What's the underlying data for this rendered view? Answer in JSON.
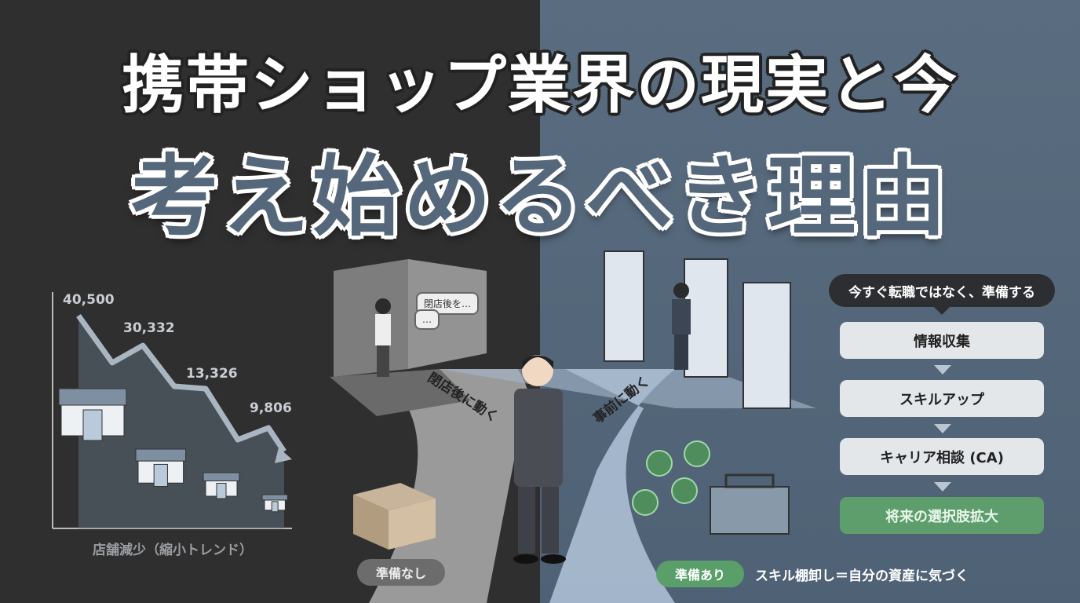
{
  "title": {
    "line1": "携帯ショップ業界の現実と今",
    "line2": "考え始めるべき理由"
  },
  "chart": {
    "values": [
      40500,
      30332,
      13326,
      9806
    ],
    "value_labels": [
      "40,500",
      "30,332",
      "13,326",
      "9,806"
    ],
    "caption": "店舗減少（縮小トレンド）",
    "trend": "decreasing"
  },
  "scene": {
    "left_path_label": "閉店後に動く",
    "right_path_label": "事前に動く",
    "bubble1": "閉店後を…",
    "bubble2": "…",
    "badge_unprepared": "準備なし",
    "badge_prepared": "準備あり",
    "prepared_note": "スキル棚卸し＝自分の資産に気づく"
  },
  "flow": {
    "callout": "今すぐ転職ではなく、準備する",
    "steps": [
      "情報収集",
      "スキルアップ",
      "キャリア相談 (CA)"
    ],
    "final": "将来の選択肢拡大"
  },
  "colors": {
    "left_bg": "#2f2f30",
    "right_bg": "#56697b",
    "accent_green": "#5d9e6c",
    "title_fill": "#55687b"
  }
}
